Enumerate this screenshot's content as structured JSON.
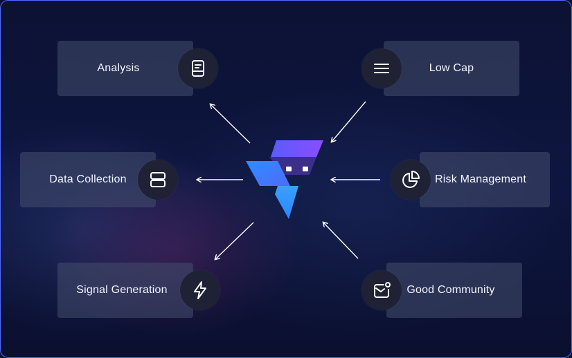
{
  "nodes": {
    "analysis": {
      "label": "Analysis",
      "icon": "document-icon"
    },
    "low_cap": {
      "label": "Low Cap",
      "icon": "menu-lines-icon"
    },
    "data_collection": {
      "label": "Data Collection",
      "icon": "database-icon"
    },
    "risk_management": {
      "label": "Risk Management",
      "icon": "pie-chart-icon"
    },
    "signal_generation": {
      "label": "Signal Generation",
      "icon": "lightning-icon"
    },
    "good_community": {
      "label": "Good Community",
      "icon": "message-notification-icon"
    }
  },
  "center": {
    "icon": "brand-logo-icon"
  },
  "colors": {
    "card": "#464e6e",
    "circle": "#1f2235",
    "logo_purple": "#7b4dff",
    "logo_blue": "#3aa0ff",
    "border": "#4f6bff"
  }
}
